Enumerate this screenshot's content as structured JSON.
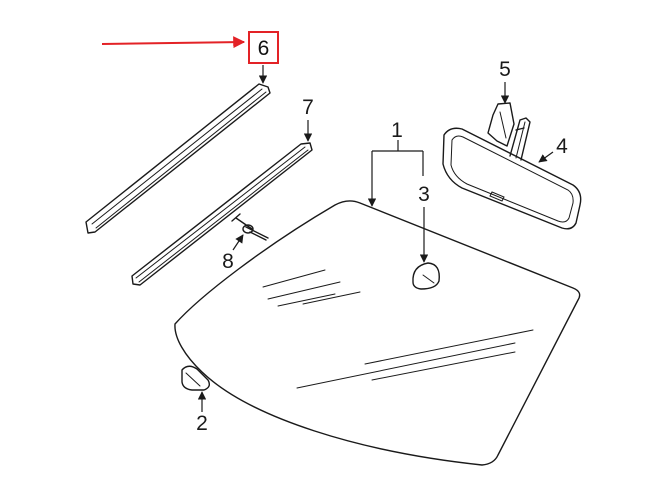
{
  "callouts": {
    "c1": "1",
    "c2": "2",
    "c3": "3",
    "c4": "4",
    "c5": "5",
    "c6": "6",
    "c7": "7",
    "c8": "8"
  },
  "highlight": {
    "callout": "6",
    "color": "#e32226"
  },
  "parts": [
    {
      "callout": "1",
      "name": "windshield-glass"
    },
    {
      "callout": "2",
      "name": "sensor-cover"
    },
    {
      "callout": "3",
      "name": "mirror-bracket-pad"
    },
    {
      "callout": "4",
      "name": "rear-view-mirror"
    },
    {
      "callout": "5",
      "name": "mirror-cover"
    },
    {
      "callout": "6",
      "name": "side-molding"
    },
    {
      "callout": "7",
      "name": "side-molding"
    },
    {
      "callout": "8",
      "name": "retainer-clip"
    }
  ]
}
